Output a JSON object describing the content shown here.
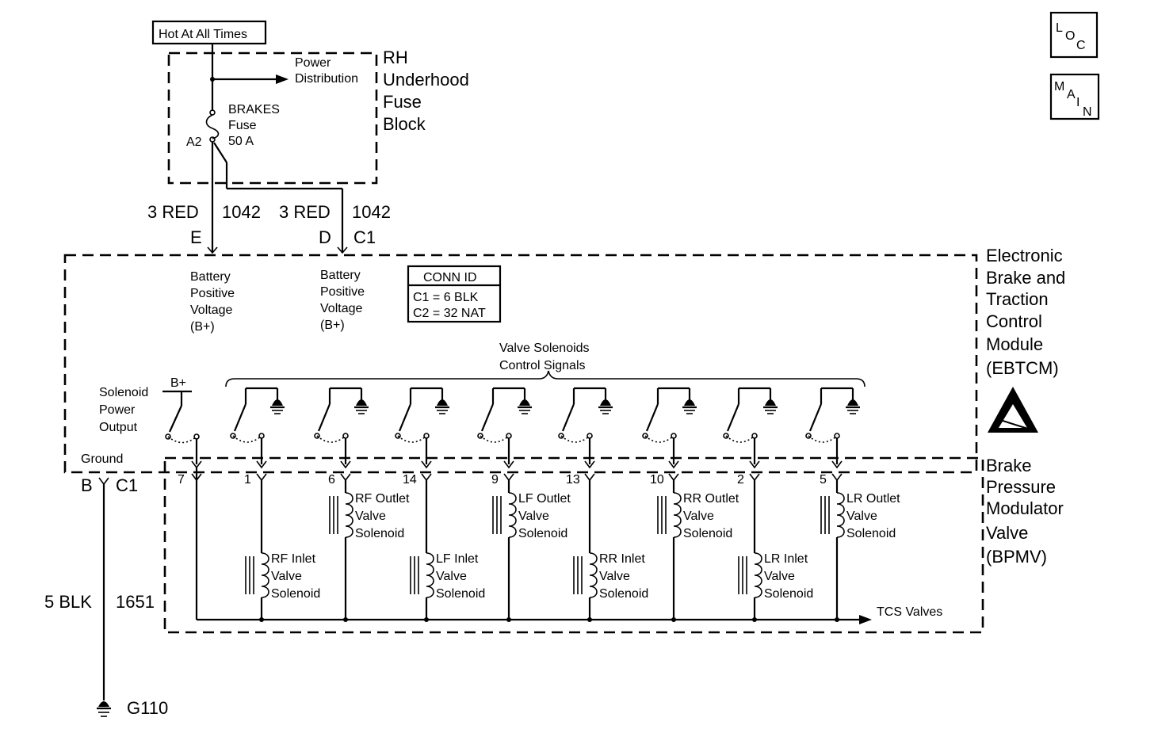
{
  "power": {
    "hot_label": "Hot At All Times",
    "fuse_block": [
      "RH",
      "Underhood",
      "Fuse",
      "Block"
    ],
    "power_distribution": [
      "Power",
      "Distribution"
    ],
    "fuse_name": [
      "BRAKES",
      "Fuse",
      "50 A"
    ],
    "fuse_pin": "A2"
  },
  "wires": {
    "left_color": "3 RED",
    "left_circuit": "1042",
    "right_color": "3 RED",
    "right_circuit": "1042",
    "ground_color": "5 BLK",
    "ground_circuit": "1651"
  },
  "pins": {
    "E": "E",
    "D": "D",
    "C1_top": "C1",
    "B": "B",
    "C1_bottom": "C1"
  },
  "module": {
    "name": [
      "Electronic",
      "Brake and",
      "Traction",
      "Control",
      "Module",
      "(EBTCM)"
    ],
    "battery1": [
      "Battery",
      "Positive",
      "Voltage",
      "(B+)"
    ],
    "battery2": [
      "Battery",
      "Positive",
      "Voltage",
      "(B+)"
    ],
    "conn_title": "CONN ID",
    "conn_c1": "C1 = 6 BLK",
    "conn_c2": "C2 = 32 NAT",
    "valve_signals": [
      "Valve Solenoids",
      "Control Signals"
    ],
    "solenoid_power": [
      "Solenoid",
      "Power",
      "Output"
    ],
    "b_plus": "B+",
    "ground": "Ground"
  },
  "bpmv": {
    "name": [
      "Brake",
      "Pressure",
      "Modulator",
      "Valve",
      "(BPMV)"
    ],
    "tcs": "TCS Valves"
  },
  "terminals": [
    "7",
    "1",
    "6",
    "14",
    "9",
    "13",
    "10",
    "2",
    "5"
  ],
  "solenoids": [
    {
      "label": [
        "RF Inlet",
        "Valve",
        "Solenoid"
      ]
    },
    {
      "label": [
        "RF Outlet",
        "Valve",
        "Solenoid"
      ]
    },
    {
      "label": [
        "LF Inlet",
        "Valve",
        "Solenoid"
      ]
    },
    {
      "label": [
        "LF Outlet",
        "Valve",
        "Solenoid"
      ]
    },
    {
      "label": [
        "RR Inlet",
        "Valve",
        "Solenoid"
      ]
    },
    {
      "label": [
        "RR Outlet",
        "Valve",
        "Solenoid"
      ]
    },
    {
      "label": [
        "LR Inlet",
        "Valve",
        "Solenoid"
      ]
    },
    {
      "label": [
        "LR Outlet",
        "Valve",
        "Solenoid"
      ]
    }
  ],
  "ground_name": "G110",
  "icons": {
    "loc": [
      "L",
      "O",
      "C"
    ],
    "main": [
      "M",
      "A",
      "I",
      "N"
    ]
  }
}
